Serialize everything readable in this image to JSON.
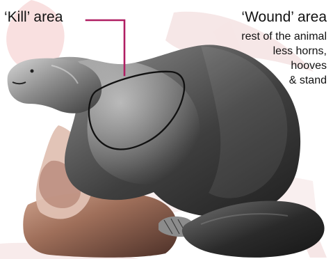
{
  "labels": {
    "kill_area": "‘Kill’ area",
    "wound_area_title": "‘Wound’ area",
    "wound_area_lines": [
      "rest of the animal",
      "less horns,",
      "hooves",
      "& stand"
    ]
  },
  "colors": {
    "leader_line": "#b01f63",
    "kill_zone_outline": "#111111",
    "watermark": "#efc1c1"
  }
}
